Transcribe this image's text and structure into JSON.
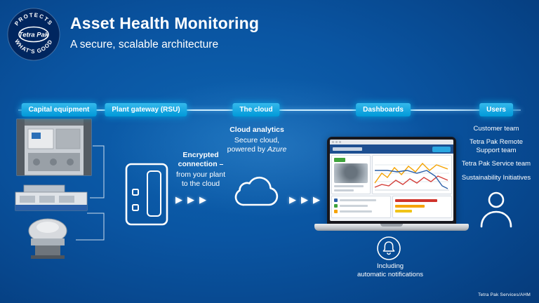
{
  "slide": {
    "title": "Asset Health Monitoring",
    "subtitle": "A secure, scalable architecture",
    "footer": "Tetra Pak Services/AHM"
  },
  "logo": {
    "top_arc": "PROTECTS",
    "bottom_arc": "WHAT'S GOOD",
    "brand": "Tetra Pak"
  },
  "pipeline": {
    "stages": [
      {
        "label": "Capital equipment"
      },
      {
        "label": "Plant gateway (RSU)"
      },
      {
        "label": "The cloud"
      },
      {
        "label": "Dashboards"
      },
      {
        "label": "Users"
      }
    ]
  },
  "encryption": {
    "heading": "Encrypted connection –",
    "body1": "from your plant",
    "body2": "to the cloud"
  },
  "cloud": {
    "heading": "Cloud analytics",
    "body1": "Secure cloud,",
    "body2_prefix": "powered by ",
    "body2_em": "Azure"
  },
  "notifications": {
    "line1": "Including",
    "line2": "automatic notifications"
  },
  "users": {
    "items": [
      {
        "label": "Customer team"
      },
      {
        "label": "Tetra Pak Remote Support team"
      },
      {
        "label": "Tetra Pak Service team"
      },
      {
        "label": "Sustainability Initiatives"
      }
    ]
  },
  "icons": {
    "arrow": "▶"
  },
  "colors": {
    "pill": "#00a0dc",
    "background": "#07468c",
    "connector_line": "#cdeeff",
    "chart_orange": "#f5a300",
    "chart_red": "#d43f3a",
    "chart_blue": "#2a5fa8"
  }
}
